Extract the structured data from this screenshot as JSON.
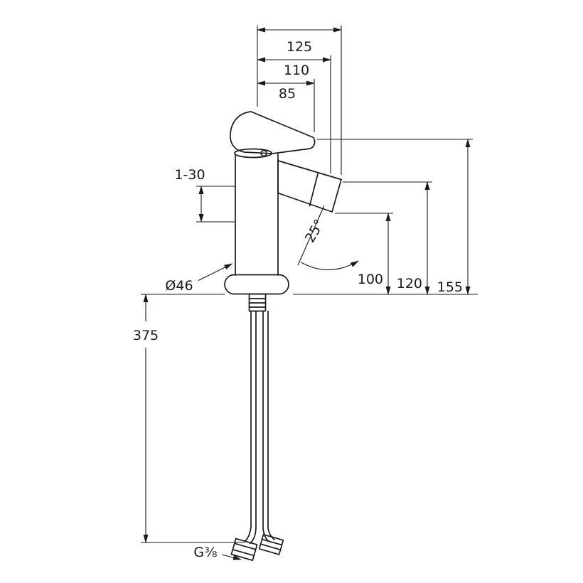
{
  "drawing": {
    "type": "faucet-dimension-drawing",
    "background": "#ffffff",
    "line_color": "#1a1a1a",
    "labels": {
      "dim_125": "125",
      "dim_110": "110",
      "dim_85": "85",
      "dim_1_30": "1-30",
      "angle_25": "25°",
      "dia_46": "Ø46",
      "dim_100": "100",
      "dim_120": "120",
      "dim_155": "155",
      "dim_375": "375",
      "thread": "G⅜"
    }
  }
}
